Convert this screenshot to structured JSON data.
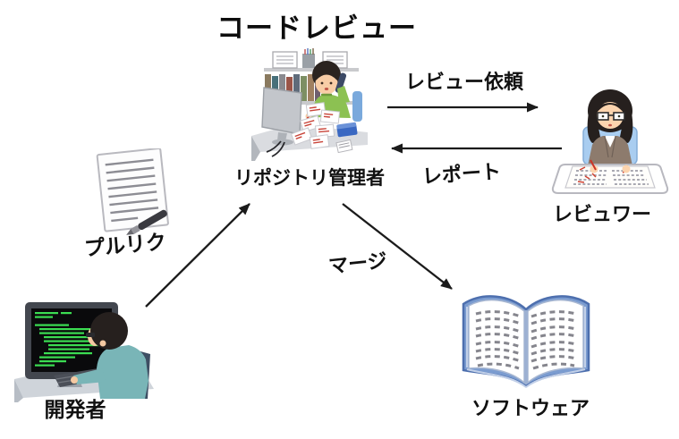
{
  "title": "コードレビュー",
  "nodes": {
    "repository_manager": {
      "label": "リポジトリ管理者",
      "icon": "repository-manager-illustration"
    },
    "reviewer": {
      "label": "レビュワー",
      "icon": "reviewer-illustration"
    },
    "developer": {
      "label": "開発者",
      "icon": "developer-illustration"
    },
    "pull_request": {
      "label": "プルリク",
      "icon": "pull-request-document-illustration"
    },
    "software": {
      "label": "ソフトウェア",
      "icon": "software-open-book-illustration"
    }
  },
  "edges": {
    "review_request": {
      "label": "レビュー依頼",
      "from": "リポジトリ管理者",
      "to": "レビュワー",
      "direction": "right"
    },
    "report": {
      "label": "レポート",
      "from": "レビュワー",
      "to": "リポジトリ管理者",
      "direction": "left"
    },
    "submit_pull_request": {
      "label": "",
      "from": "開発者",
      "to": "リポジトリ管理者",
      "direction": "up-right"
    },
    "merge": {
      "label": "マージ",
      "from": "リポジトリ管理者",
      "to": "ソフトウェア",
      "direction": "down-right"
    }
  },
  "colors": {
    "background": "#ffffff",
    "text": "#111111",
    "arrow": "#1b1b1b",
    "manager_sweater": "#8cc152",
    "developer_shirt": "#79b5b7",
    "reviewer_jacket": "#8d7b6d",
    "book_cover": "#7b9cd0",
    "code_green": "#3bdd52"
  }
}
